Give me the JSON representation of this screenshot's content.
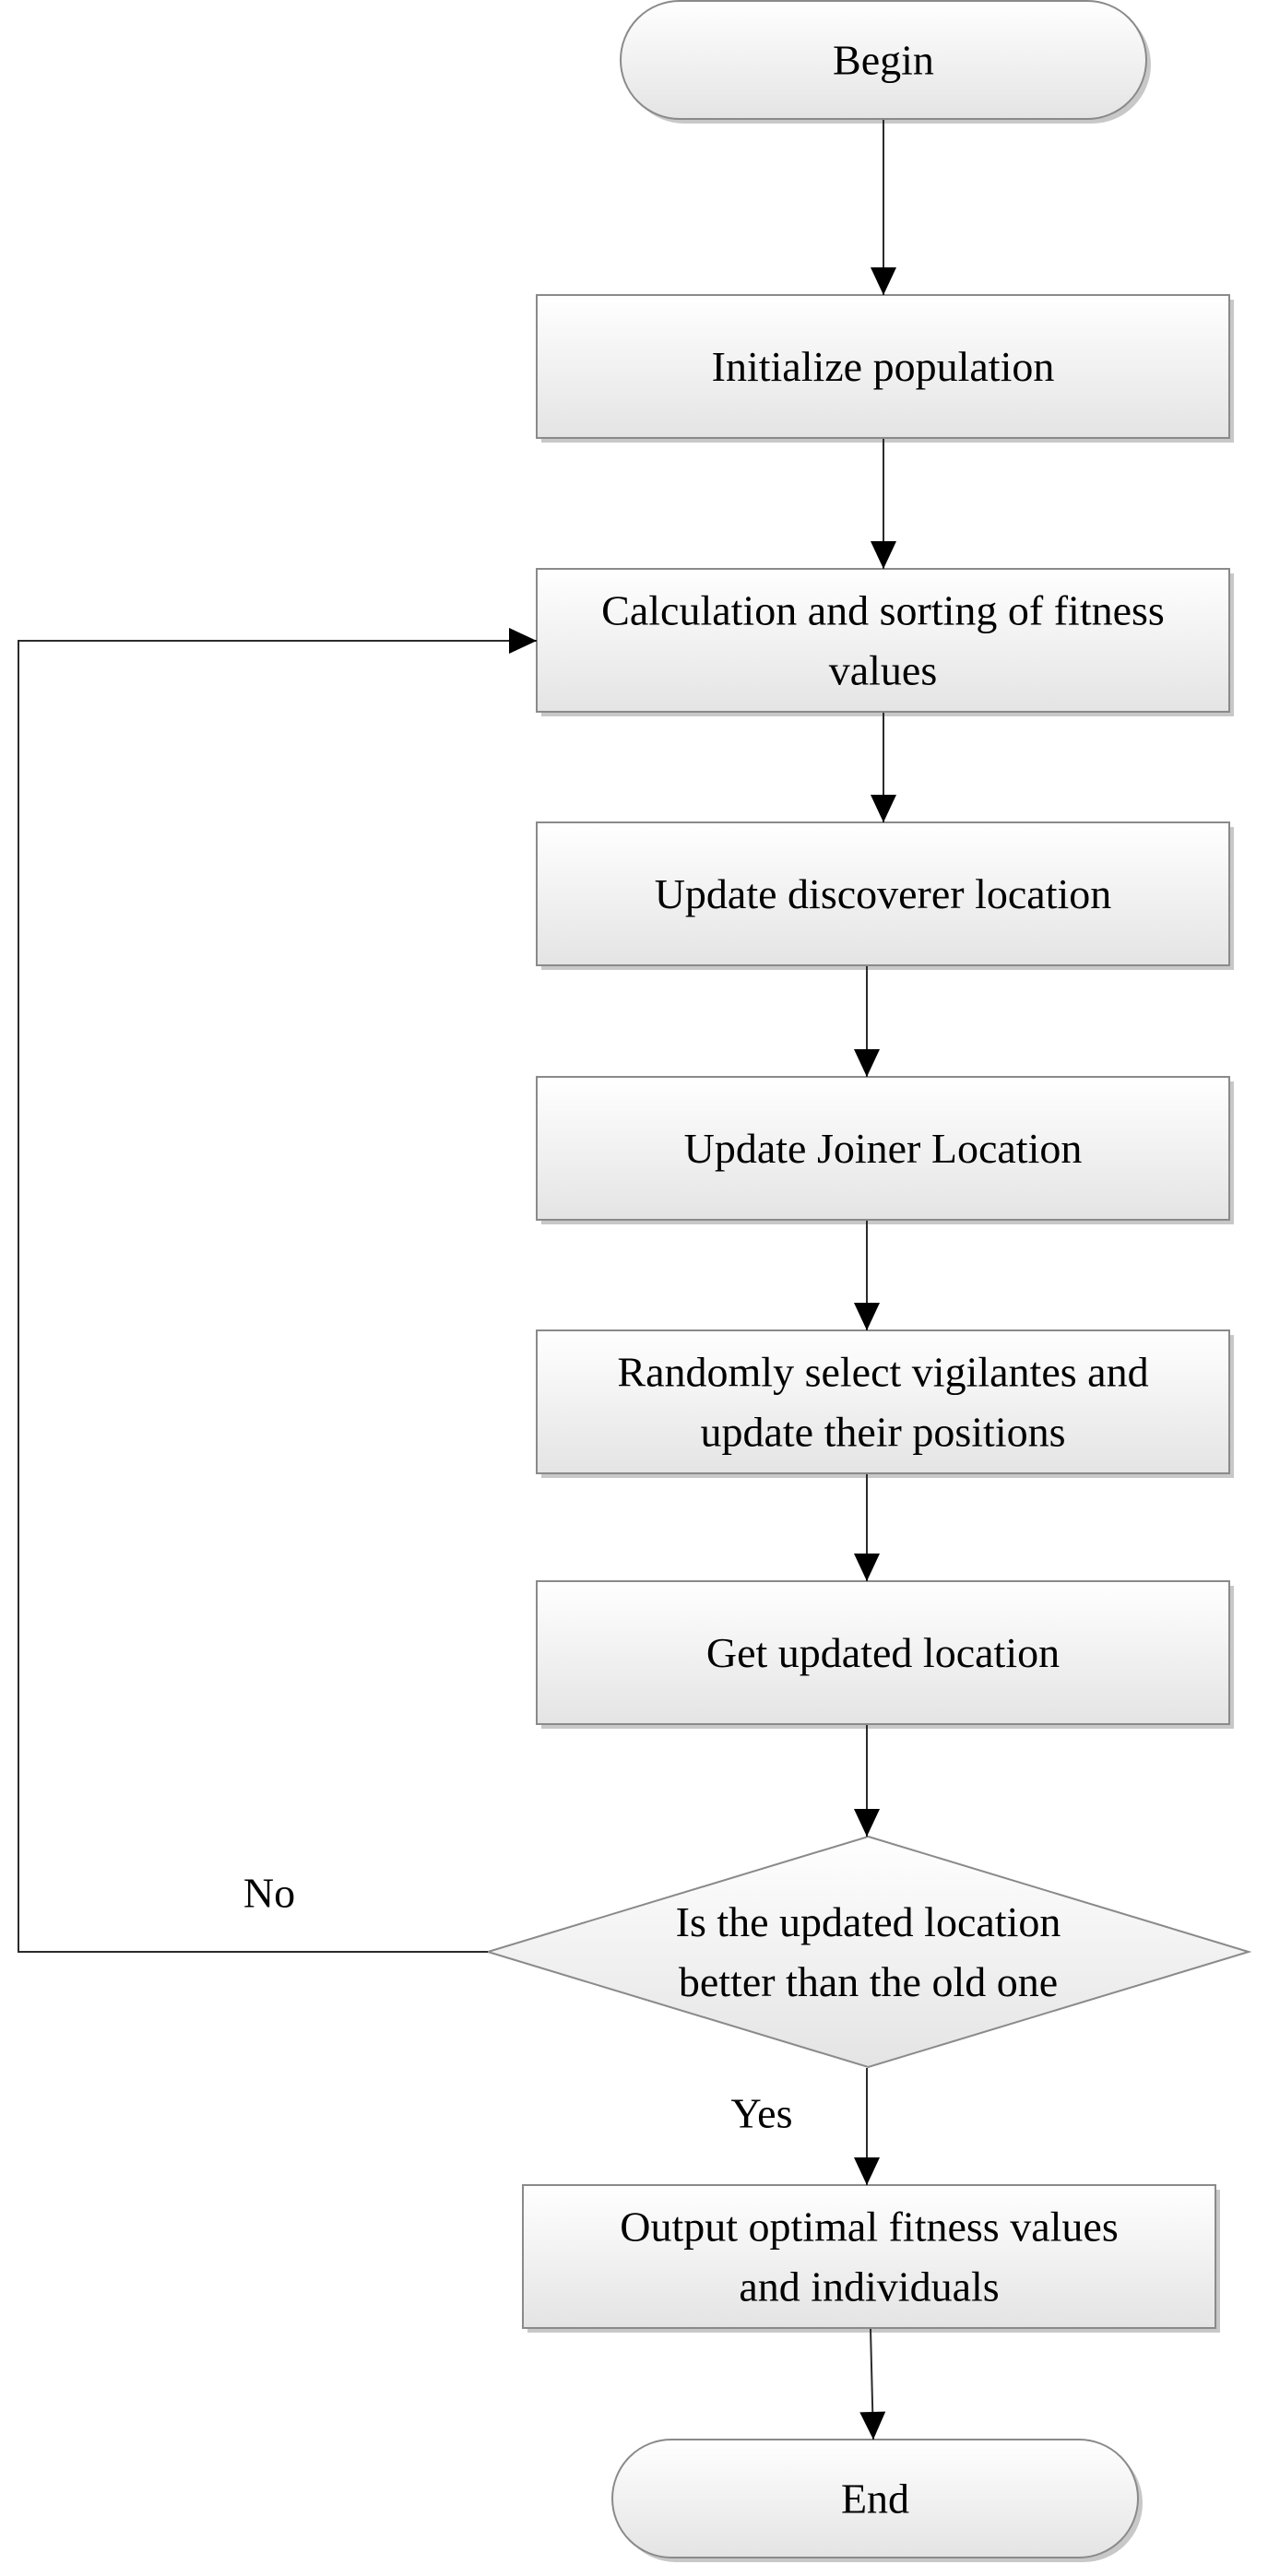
{
  "diagram": {
    "nodes": [
      {
        "id": "begin",
        "shape": "terminal",
        "lines": [
          "Begin"
        ]
      },
      {
        "id": "init",
        "shape": "process",
        "lines": [
          "Initialize population"
        ]
      },
      {
        "id": "fitness",
        "shape": "process",
        "lines": [
          "Calculation and sorting of fitness",
          "values"
        ]
      },
      {
        "id": "discoverer",
        "shape": "process",
        "lines": [
          "Update discoverer location"
        ]
      },
      {
        "id": "joiner",
        "shape": "process",
        "lines": [
          "Update Joiner Location"
        ]
      },
      {
        "id": "vigilantes",
        "shape": "process",
        "lines": [
          "Randomly select vigilantes and",
          "update their positions"
        ]
      },
      {
        "id": "getloc",
        "shape": "process",
        "lines": [
          "Get updated location"
        ]
      },
      {
        "id": "decision",
        "shape": "decision",
        "lines": [
          "Is the updated location",
          "better than the old one"
        ]
      },
      {
        "id": "output",
        "shape": "process",
        "lines": [
          "Output optimal fitness values",
          "and individuals"
        ]
      },
      {
        "id": "end",
        "shape": "terminal",
        "lines": [
          "End"
        ]
      }
    ],
    "edges": [
      {
        "from": "begin",
        "to": "init",
        "label": ""
      },
      {
        "from": "init",
        "to": "fitness",
        "label": ""
      },
      {
        "from": "fitness",
        "to": "discoverer",
        "label": ""
      },
      {
        "from": "discoverer",
        "to": "joiner",
        "label": ""
      },
      {
        "from": "joiner",
        "to": "vigilantes",
        "label": ""
      },
      {
        "from": "vigilantes",
        "to": "getloc",
        "label": ""
      },
      {
        "from": "getloc",
        "to": "decision",
        "label": ""
      },
      {
        "from": "decision",
        "to": "output",
        "label": "Yes"
      },
      {
        "from": "decision",
        "to": "fitness",
        "label": "No"
      },
      {
        "from": "output",
        "to": "end",
        "label": ""
      }
    ],
    "colors": {
      "fill_top": "#ffffff",
      "fill_bottom": "#e4e4e4",
      "border": "#8a8a8a",
      "line": "#2b2b2b",
      "text": "#000000"
    }
  }
}
